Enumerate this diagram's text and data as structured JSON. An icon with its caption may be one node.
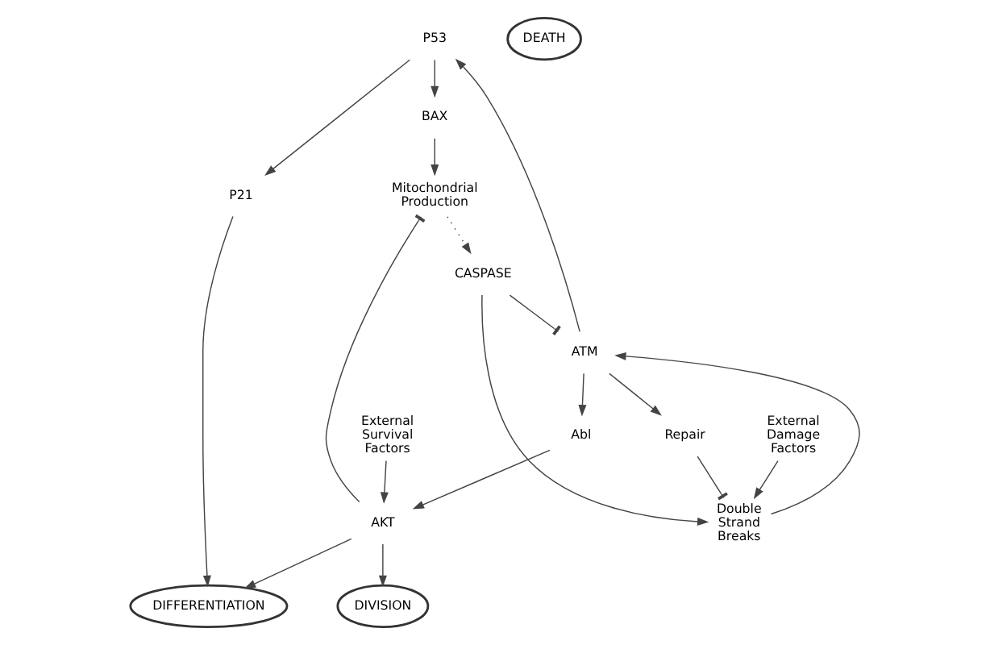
{
  "diagram": {
    "nodes": [
      {
        "text": [
          "DIFFERENTIATION"
        ]
      },
      {
        "text": [
          "DIVISION"
        ]
      },
      {
        "text": [
          "P21"
        ]
      },
      {
        "text": [
          "Mitochondrial Production"
        ]
      },
      {
        "text": [
          "AKT"
        ]
      },
      {
        "text": [
          "BAX"
        ]
      },
      {
        "text": [
          "P53"
        ]
      },
      {
        "text": [
          "Abl"
        ]
      },
      {
        "text": [
          "CASPASE"
        ]
      },
      {
        "text": [
          "ATM"
        ]
      },
      {
        "text": [
          "External Survival Factors"
        ]
      },
      {
        "text": [
          "DEATH"
        ]
      },
      {
        "text": [
          "External Damage Factors"
        ]
      },
      {
        "text": [
          "Double Strand Breaks"
        ]
      },
      {
        "text": [
          "Repair"
        ]
      }
    ],
    "edges": [
      {
        "from": 2,
        "to": 0,
        "arrow": "to"
      },
      {
        "from": 4,
        "to": 0,
        "arrow": "to"
      },
      {
        "from": 4,
        "to": 1,
        "arrow": "to"
      },
      {
        "from": 4,
        "to": 3,
        "arrow": "other"
      },
      {
        "from": 6,
        "to": 2,
        "arrow": "to"
      },
      {
        "from": 6,
        "to": 5,
        "arrow": "to"
      },
      {
        "from": 5,
        "to": 3,
        "arrow": "to"
      },
      {
        "from": 3,
        "to": 8,
        "arrow": "to",
        "style": "dashed"
      },
      {
        "from": 8,
        "to": 9,
        "arrow": "other"
      },
      {
        "from": 8,
        "to": 13,
        "arrow": "to"
      },
      {
        "from": 9,
        "to": 6,
        "arrow": "to"
      },
      {
        "from": 9,
        "to": 7,
        "arrow": "to"
      },
      {
        "from": 7,
        "to": 4,
        "arrow": "to"
      },
      {
        "from": 10,
        "to": 4,
        "arrow": "to"
      },
      {
        "from": 9,
        "to": 14,
        "arrow": "to"
      },
      {
        "from": 13,
        "to": 9,
        "arrow": "to"
      },
      {
        "from": 14,
        "to": 13,
        "arrow": "other"
      },
      {
        "from": 12,
        "to": 13,
        "arrow": "to"
      }
    ]
  }
}
